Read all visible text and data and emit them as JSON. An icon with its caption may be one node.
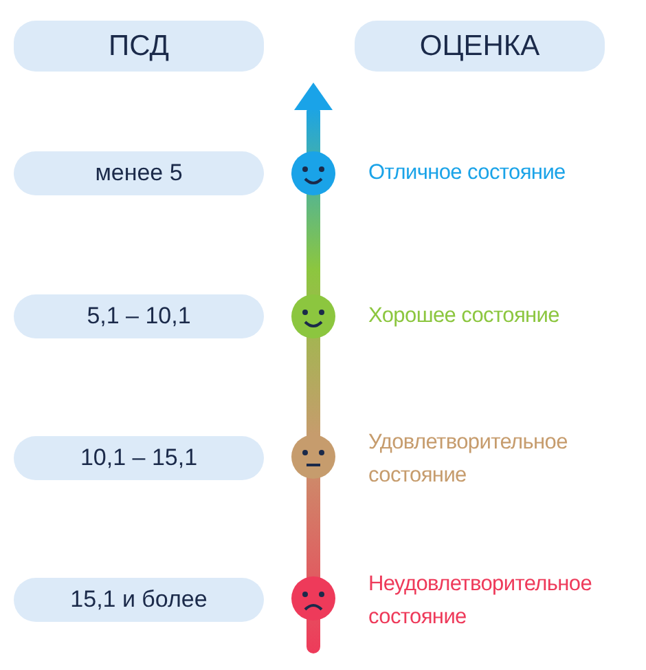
{
  "diagram": {
    "nodes": [
      {
        "text": [
          "ПСД"
        ]
      },
      {
        "text": [
          "ОЦЕНКА"
        ]
      },
      {
        "text": [
          "менее 5"
        ]
      },
      {
        "text": [
          "5,1 – 10,1"
        ]
      },
      {
        "text": [
          "10,1 – 15,1"
        ]
      },
      {
        "text": [
          "15,1 и более"
        ]
      }
    ],
    "labels": [
      "Отличное состояние",
      "Хорошее состояние",
      "Удовлетворительное состояние",
      "Неудовлетворительное состояние"
    ]
  }
}
